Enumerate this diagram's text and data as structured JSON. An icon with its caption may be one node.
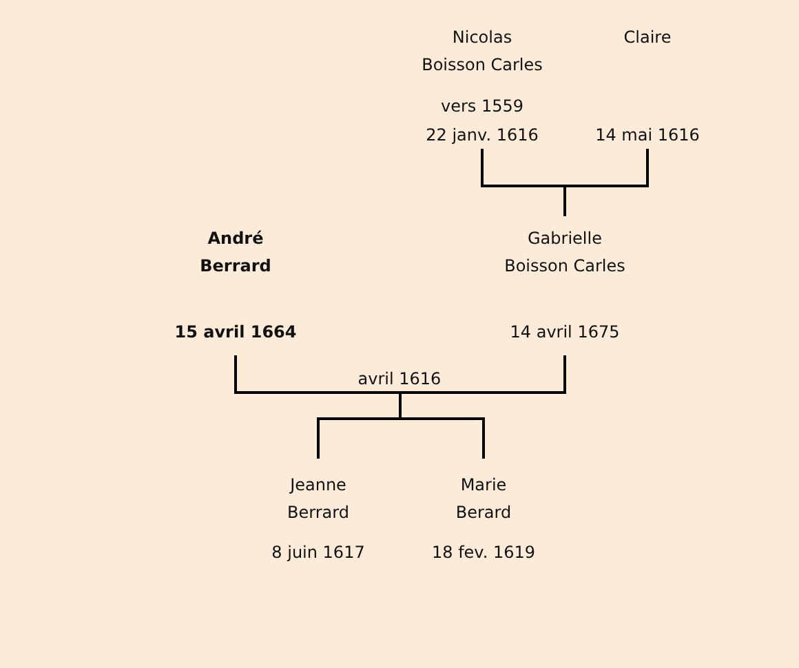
{
  "diagram": {
    "nodes": [
      {
        "text": [
          "Nicolas Boisson Carles",
          "vers 1559",
          "22 janv. 1616"
        ]
      },
      {
        "text": [
          "Claire",
          "14 mai 1616"
        ]
      },
      {
        "text": [
          "André Berrard",
          "15 avril 1664"
        ]
      },
      {
        "text": [
          "Gabrielle Boisson Carles",
          "14 avril 1675"
        ]
      },
      {
        "text": [
          "Jeanne Berrard",
          "8 juin 1617"
        ]
      },
      {
        "text": [
          "Marie Berard",
          "18 fev. 1619"
        ]
      }
    ],
    "edges": [
      {
        "from": 0,
        "to": 3,
        "arrow": "none"
      },
      {
        "from": 1,
        "to": 3,
        "arrow": "none"
      },
      {
        "from": 2,
        "to": 4,
        "arrow": "none"
      },
      {
        "from": 2,
        "to": 5,
        "arrow": "none"
      },
      {
        "from": 3,
        "to": 4,
        "arrow": "none"
      },
      {
        "from": 3,
        "to": 5,
        "arrow": "none"
      }
    ],
    "labels": [
      "avril 1616"
    ]
  }
}
